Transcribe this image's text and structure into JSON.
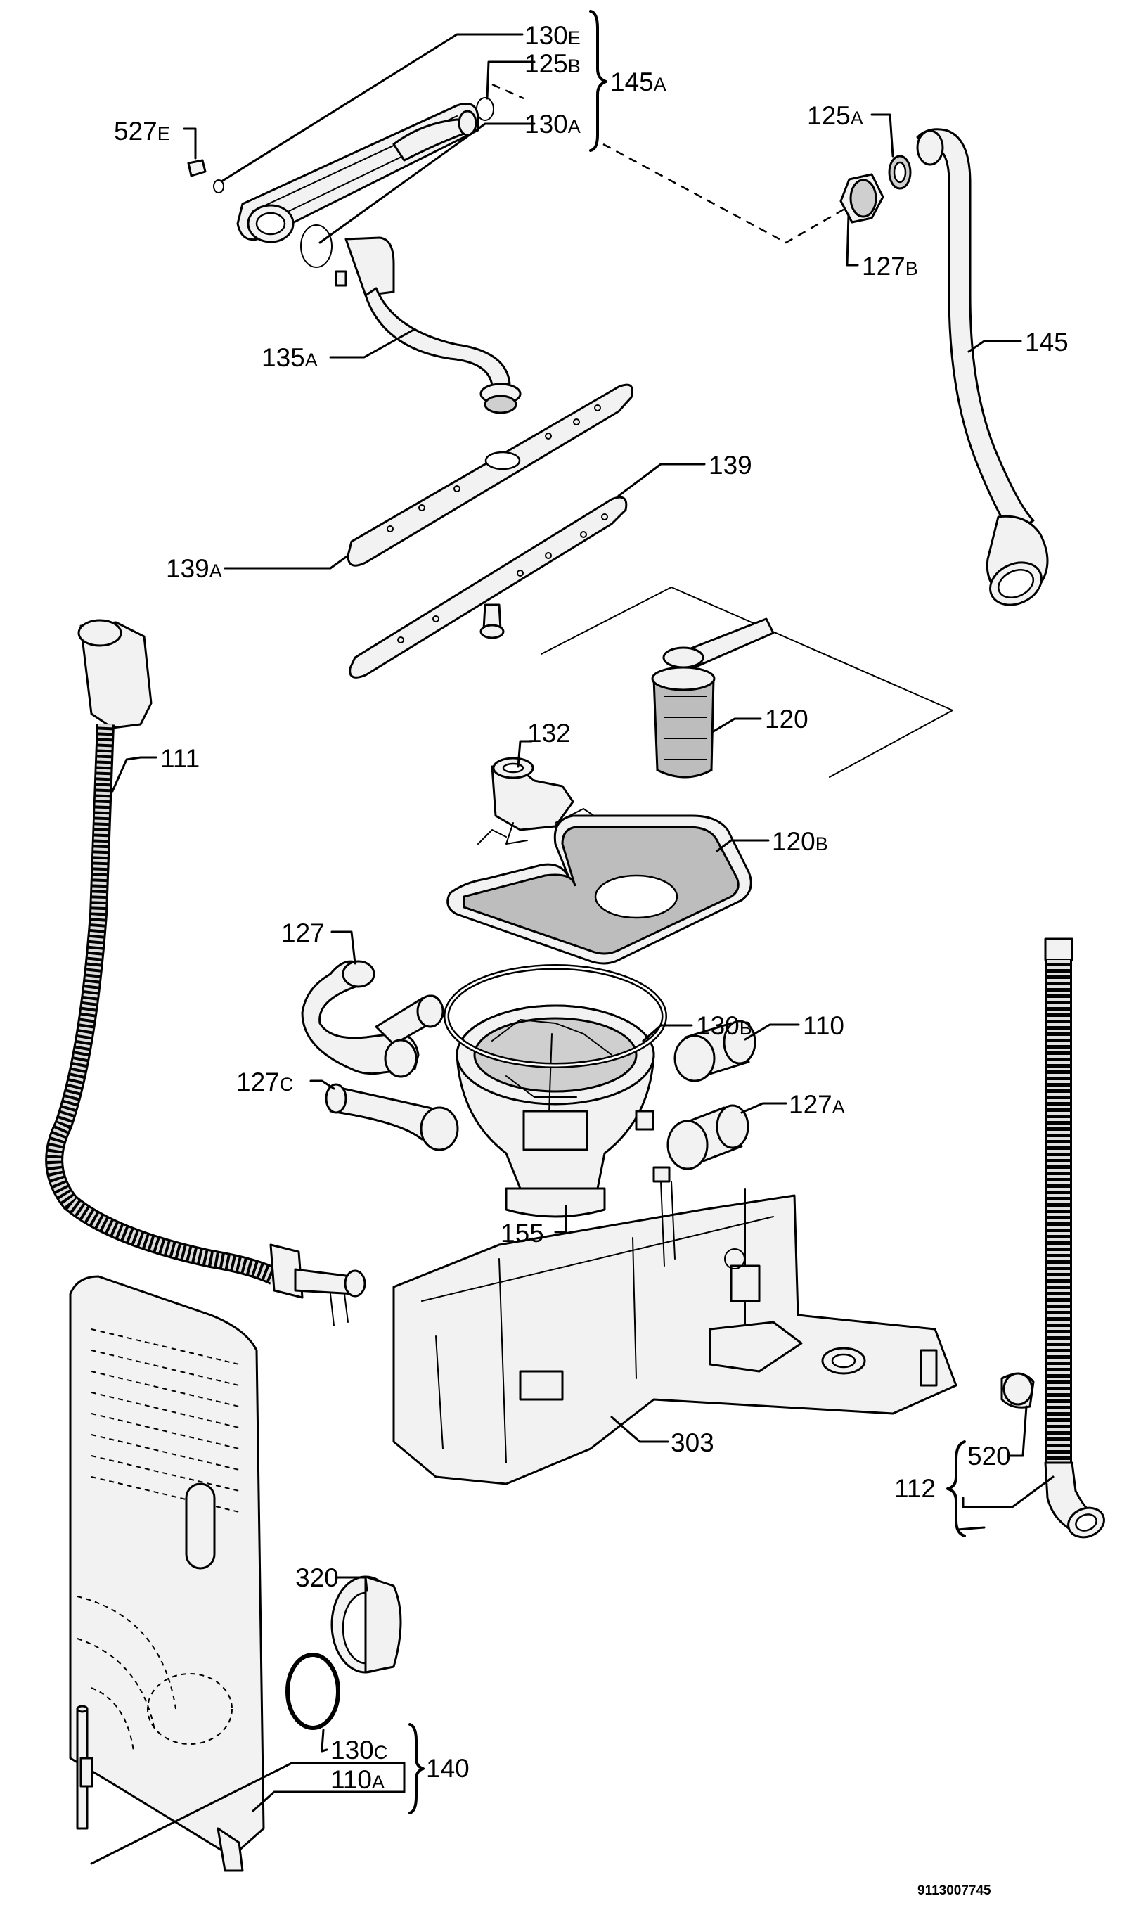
{
  "labels": {
    "l_527E": {
      "main": "527",
      "sub": "E"
    },
    "l_130E": {
      "main": "130",
      "sub": "E"
    },
    "l_125B": {
      "main": "125",
      "sub": "B"
    },
    "l_145A": {
      "main": "145",
      "sub": "A"
    },
    "l_130A": {
      "main": "130",
      "sub": "A"
    },
    "l_125A": {
      "main": "125",
      "sub": "A"
    },
    "l_127B": {
      "main": "127",
      "sub": "B"
    },
    "l_145": {
      "main": "145",
      "sub": ""
    },
    "l_135A": {
      "main": "135",
      "sub": "A"
    },
    "l_139": {
      "main": "139",
      "sub": ""
    },
    "l_139A": {
      "main": "139",
      "sub": "A"
    },
    "l_111": {
      "main": "111",
      "sub": ""
    },
    "l_132": {
      "main": "132",
      "sub": ""
    },
    "l_120": {
      "main": "120",
      "sub": ""
    },
    "l_120B": {
      "main": "120",
      "sub": "B"
    },
    "l_127": {
      "main": "127",
      "sub": ""
    },
    "l_130B": {
      "main": "130",
      "sub": "B"
    },
    "l_110": {
      "main": "110",
      "sub": ""
    },
    "l_127C": {
      "main": "127",
      "sub": "C"
    },
    "l_127A": {
      "main": "127",
      "sub": "A"
    },
    "l_155": {
      "main": "155",
      "sub": ""
    },
    "l_303": {
      "main": "303",
      "sub": ""
    },
    "l_520": {
      "main": "520",
      "sub": ""
    },
    "l_112": {
      "main": "112",
      "sub": ""
    },
    "l_320": {
      "main": "320",
      "sub": ""
    },
    "l_130C": {
      "main": "130",
      "sub": "C"
    },
    "l_140": {
      "main": "140",
      "sub": ""
    },
    "l_110A": {
      "main": "110",
      "sub": "A"
    }
  },
  "document_number": "9113007745"
}
